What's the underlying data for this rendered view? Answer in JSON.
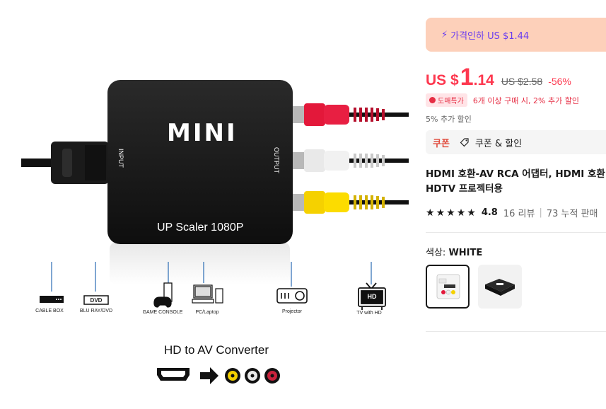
{
  "product_image": {
    "brand_mark": "MINI",
    "scaler_label": "UP Scaler 1080P",
    "input_label": "INPUT",
    "output_label": "OUTPUT",
    "devices": [
      {
        "label": "CABLE BOX",
        "icon": "cable-box-icon"
      },
      {
        "label": "BLU RAY/DVD",
        "icon": "dvd-icon",
        "badge": "DVD"
      },
      {
        "label": "GAME CONSOLE",
        "icon": "game-console-icon"
      },
      {
        "label": "PC/Laptop",
        "icon": "pc-laptop-icon"
      },
      {
        "label": "Projector",
        "icon": "projector-icon"
      },
      {
        "label": "TV with HD",
        "icon": "tv-icon",
        "badge": "HD"
      }
    ],
    "converter_title": "HD  to AV Converter"
  },
  "promo": {
    "icon": "bolt-icon",
    "text": "가격인하 US $1.44"
  },
  "price": {
    "currency": "US $",
    "integer": "1",
    "decimal": ".14",
    "original": "US $2.58",
    "discount": "-56%"
  },
  "bulk": {
    "badge": "도매특가",
    "text": "6개 이상 구매 시, 2% 추가 할인"
  },
  "extra_discount": "5% 추가 할인",
  "coupon": {
    "tag": "쿠폰",
    "label": "쿠폰 & 할인"
  },
  "product_title": {
    "line1": "HDMI 호환-AV RCA 어댑터, HDMI 호환",
    "line2": "HDTV 프로젝터용"
  },
  "rating": {
    "stars": 5,
    "value": "4.8",
    "reviews": "16 리뷰",
    "separator": "|",
    "sold": "73 누적 판매"
  },
  "color": {
    "label": "색상:",
    "selected": "WHITE",
    "options": [
      "WHITE",
      "BLACK"
    ]
  },
  "colors": {
    "price_red": "#fd384f",
    "promo_bg": "#fdd0ba",
    "promo_text": "#6a3df0",
    "coupon_red": "#e04b3c"
  }
}
